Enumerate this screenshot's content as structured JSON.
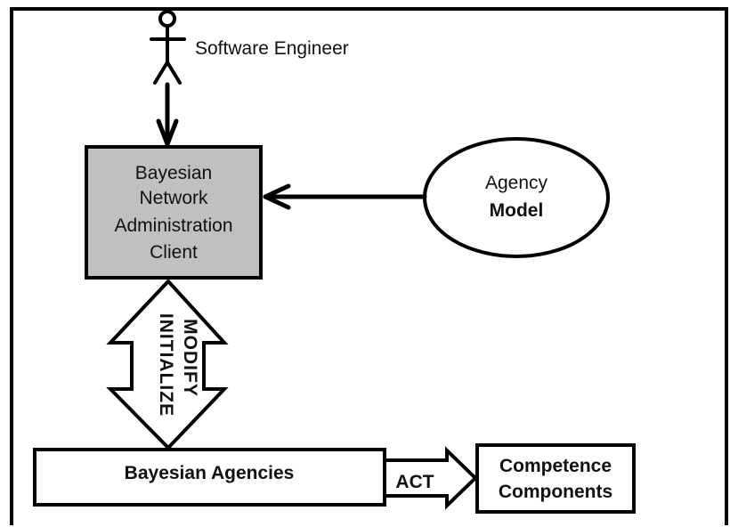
{
  "actor": {
    "label": "Software Engineer"
  },
  "bn_client": {
    "lines": [
      "Bayesian",
      "Network",
      "Administration",
      "Client"
    ]
  },
  "agency_model": {
    "line1": "Agency",
    "line2": "Model"
  },
  "double_arrow": {
    "label1": "INITIALIZE",
    "label2": "MODIFY"
  },
  "bayesian_agencies": {
    "label": "Bayesian Agencies"
  },
  "act_arrow": {
    "label": "ACT"
  },
  "competence": {
    "line1": "Competence",
    "line2": "Components"
  },
  "colors": {
    "client_fill": "#c0c0c0",
    "stroke": "#000000",
    "background": "#ffffff"
  }
}
